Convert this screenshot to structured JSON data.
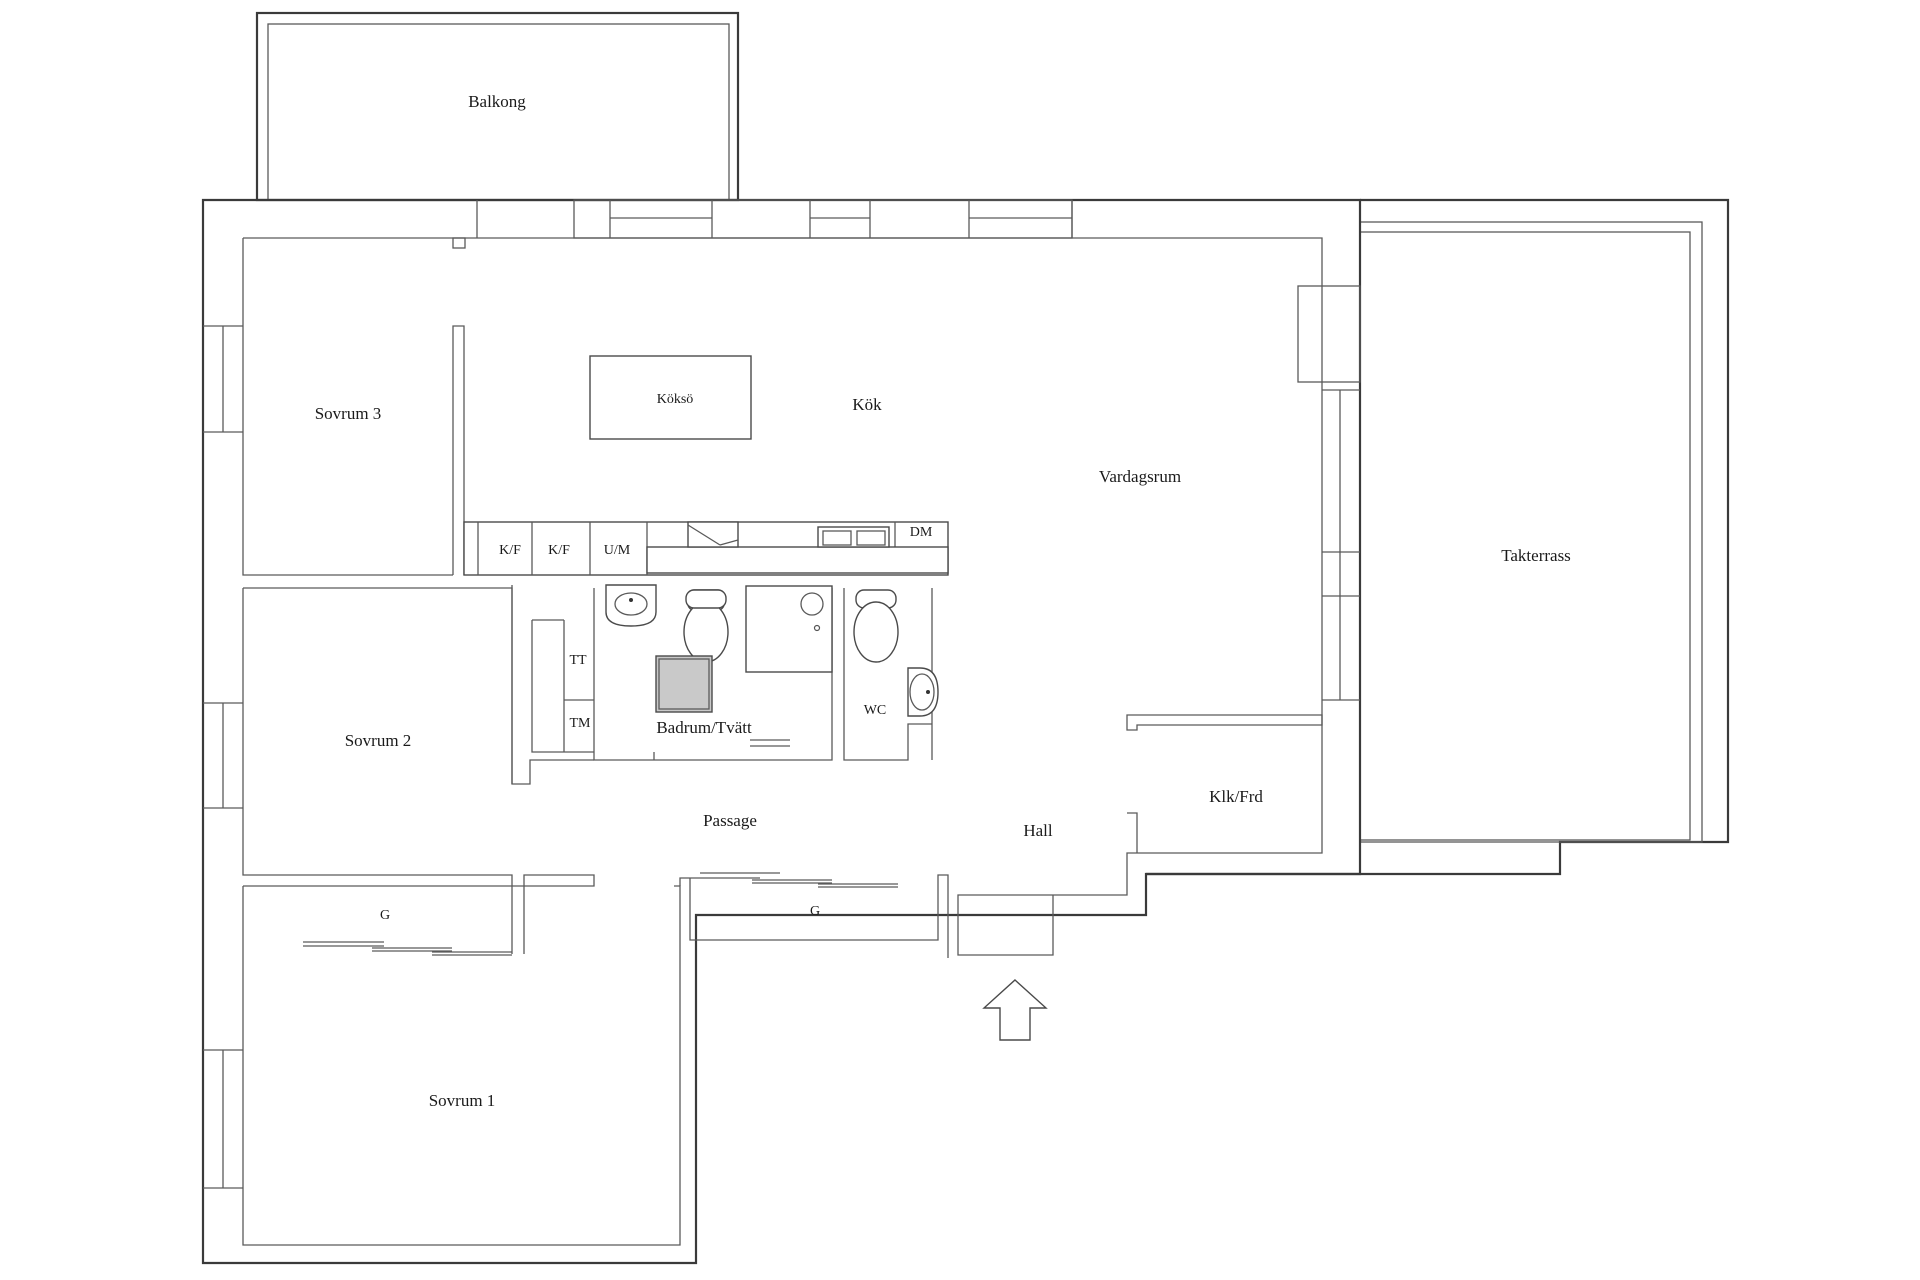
{
  "rooms": {
    "balkong": "Balkong",
    "sovrum3": "Sovrum 3",
    "koksoe": "Köksö",
    "kok": "Kök",
    "vardagsrum": "Vardagsrum",
    "takterrass": "Takterrass",
    "kf1": "K/F",
    "kf2": "K/F",
    "um": "U/M",
    "dm": "DM",
    "tt": "TT",
    "tm": "TM",
    "badrum": "Badrum/Tvätt",
    "wc": "WC",
    "sovrum2": "Sovrum 2",
    "passage": "Passage",
    "hall": "Hall",
    "klk": "Klk/Frd",
    "g1": "G",
    "g2": "G",
    "sovrum1": "Sovrum 1"
  },
  "icons": {
    "entrance": "entrance-arrow-icon",
    "sink": "sink-icon",
    "toilet": "toilet-icon",
    "shower": "shower-icon",
    "stove": "stove-icon"
  }
}
